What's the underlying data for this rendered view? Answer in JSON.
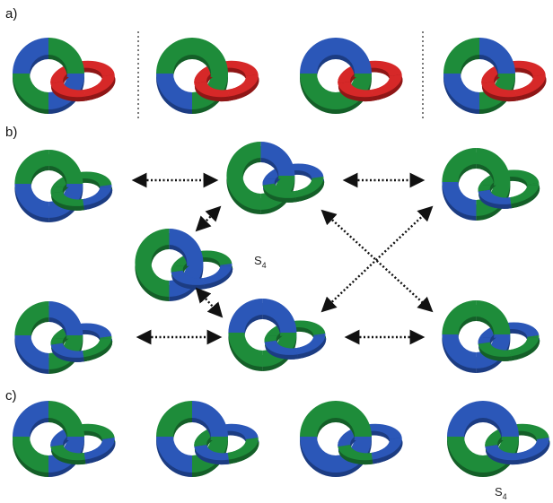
{
  "labels": {
    "a": "a)",
    "b": "b)",
    "c": "c)"
  },
  "symmetry": {
    "base": "S",
    "sub": "4"
  },
  "colors": {
    "green": "#1e8c3a",
    "blue": "#2b57b8",
    "red": "#d62828",
    "green_side": "#145f28",
    "blue_side": "#1c3c82",
    "red_side": "#8f1616"
  },
  "panel_a": {
    "cells": [
      {
        "left_ring": [
          "green",
          "blue",
          "green",
          "blue"
        ],
        "right_ring": [
          "red",
          "red",
          "red",
          "red"
        ]
      },
      {
        "left_ring": [
          "green",
          "green",
          "blue",
          "green"
        ],
        "right_ring": [
          "red",
          "red",
          "red",
          "red"
        ]
      },
      {
        "left_ring": [
          "blue",
          "green",
          "green",
          "blue"
        ],
        "right_ring": [
          "red",
          "red",
          "red",
          "red"
        ]
      },
      {
        "left_ring": [
          "blue",
          "green",
          "blue",
          "green"
        ],
        "right_ring": [
          "red",
          "red",
          "red",
          "red"
        ]
      }
    ]
  },
  "panel_b": {
    "cells": [
      {
        "id": "b1",
        "left_ring": [
          "green",
          "blue",
          "blue",
          "green"
        ],
        "right_ring": [
          "green",
          "blue",
          "green",
          "green"
        ]
      },
      {
        "id": "b2",
        "left_ring": [
          "blue",
          "green",
          "green",
          "green"
        ],
        "right_ring": [
          "blue",
          "green",
          "green",
          "blue"
        ]
      },
      {
        "id": "b3",
        "left_ring": [
          "green",
          "green",
          "blue",
          "green"
        ],
        "right_ring": [
          "green",
          "green",
          "blue",
          "green"
        ]
      },
      {
        "id": "b4",
        "left_ring": [
          "blue",
          "blue",
          "green",
          "green"
        ],
        "right_ring": [
          "green",
          "blue",
          "blue",
          "green"
        ],
        "label_s4": true
      },
      {
        "id": "b5",
        "left_ring": [
          "blue",
          "green",
          "blue",
          "green"
        ],
        "right_ring": [
          "blue",
          "green",
          "blue",
          "green"
        ]
      },
      {
        "id": "b6",
        "left_ring": [
          "blue",
          "green",
          "green",
          "blue"
        ],
        "right_ring": [
          "green",
          "blue",
          "blue",
          "green"
        ]
      },
      {
        "id": "b7",
        "left_ring": [
          "green",
          "blue",
          "blue",
          "green"
        ],
        "right_ring": [
          "blue",
          "green",
          "green",
          "blue"
        ]
      }
    ],
    "arrows": [
      {
        "from": "b1",
        "to": "b2"
      },
      {
        "from": "b2",
        "to": "b3"
      },
      {
        "from": "b2",
        "to": "b4"
      },
      {
        "from": "b4",
        "to": "b6"
      },
      {
        "from": "b5",
        "to": "b6"
      },
      {
        "from": "b6",
        "to": "b7"
      },
      {
        "from": "b2",
        "to": "b7"
      },
      {
        "from": "b6",
        "to": "b3"
      }
    ]
  },
  "panel_c": {
    "cells": [
      {
        "left_ring": [
          "green",
          "blue",
          "green",
          "blue"
        ],
        "right_ring": [
          "green",
          "blue",
          "green",
          "blue"
        ]
      },
      {
        "left_ring": [
          "blue",
          "green",
          "blue",
          "green"
        ],
        "right_ring": [
          "blue",
          "green",
          "blue",
          "green"
        ]
      },
      {
        "left_ring": [
          "green",
          "blue",
          "blue",
          "green"
        ],
        "right_ring": [
          "blue",
          "blue",
          "green",
          "blue"
        ]
      },
      {
        "left_ring": [
          "blue",
          "green",
          "green",
          "blue"
        ],
        "right_ring": [
          "green",
          "blue",
          "blue",
          "green"
        ],
        "label_s4": true
      }
    ]
  }
}
